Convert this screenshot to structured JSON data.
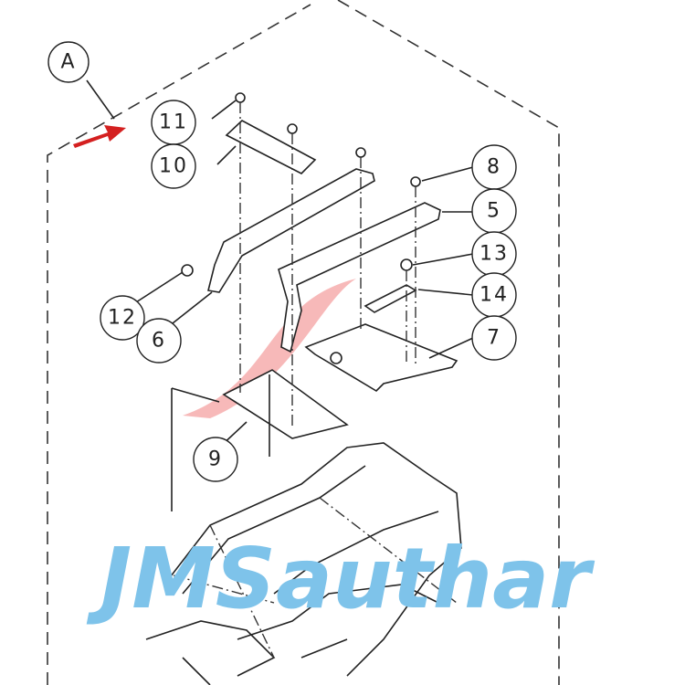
{
  "diagram": {
    "view_label": "A",
    "callouts": [
      "11",
      "10",
      "8",
      "5",
      "13",
      "14",
      "12",
      "6",
      "7",
      "9"
    ],
    "watermark": "JMSauthar",
    "colors": {
      "arrow": "#d42020",
      "watermark": "#7ec3ea",
      "watermark_swoosh": "#f08080",
      "line": "#222222"
    }
  }
}
